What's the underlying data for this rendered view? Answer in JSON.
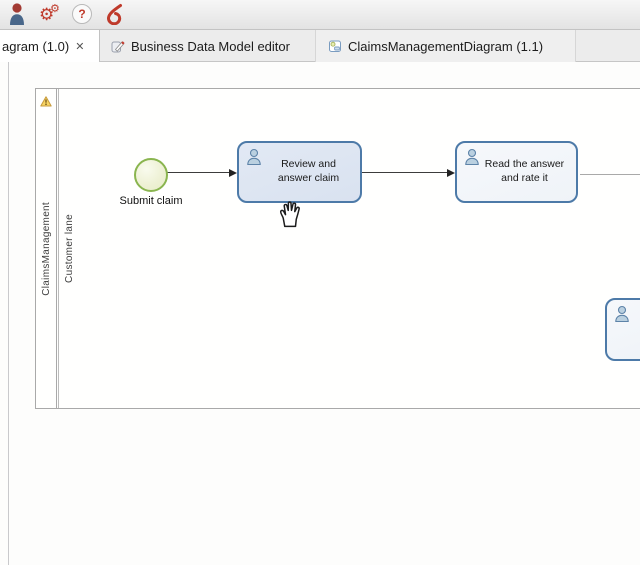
{
  "ui": {
    "close_glyph": "✕",
    "help_glyph": "?",
    "gear_glyph": "⚙"
  },
  "toolbar": {
    "icons": [
      {
        "name": "user-profile"
      },
      {
        "name": "settings-gears"
      },
      {
        "name": "help"
      },
      {
        "name": "bonitasoft-logo"
      }
    ]
  },
  "tabs": [
    {
      "label": "agram (1.0)",
      "active": true
    },
    {
      "label": "Business Data Model editor",
      "active": false
    },
    {
      "label": "ClaimsManagementDiagram (1.1)",
      "active": false
    }
  ],
  "diagram": {
    "pool": {
      "name": "ClaimsManagement",
      "lanes": [
        "Customer lane"
      ],
      "has_warning": true
    },
    "nodes": [
      {
        "id": "start",
        "type": "start-event",
        "label": "Submit claim"
      },
      {
        "id": "task1",
        "type": "human-task",
        "label": "Review and answer claim",
        "state": "hovered"
      },
      {
        "id": "task2",
        "type": "human-task",
        "label": "Read the answer and rate it",
        "state": "default"
      },
      {
        "id": "task3",
        "type": "human-task",
        "label": "",
        "state": "partially-visible"
      }
    ],
    "flows": [
      {
        "from": "start",
        "to": "task1"
      },
      {
        "from": "task1",
        "to": "task2"
      },
      {
        "from": "task2",
        "to": "offscreen-right"
      }
    ],
    "colors": {
      "task_border": "#4d7aa8",
      "task_fill": "#f3f6fa",
      "task_fill_hover": "#dce4f1",
      "event_border": "#8ab54f",
      "event_fill": "#eef1d5",
      "accent_red": "#bf3a2b"
    }
  }
}
